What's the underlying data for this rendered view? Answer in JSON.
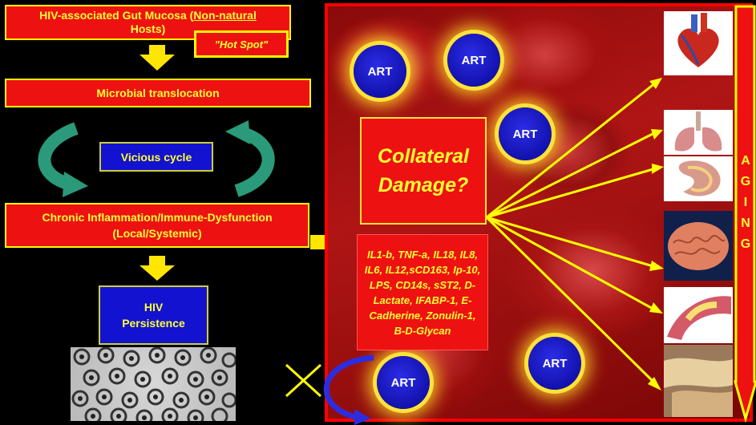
{
  "left_flow": {
    "gut_mucosa_line1": "HIV-associated Gut Mucosa (",
    "gut_mucosa_underlined": "Non-natural",
    "gut_mucosa_line2": "Hosts)",
    "hot_spot": "\"Hot Spot\"",
    "microbial_translocation": "Microbial translocation",
    "vicious_cycle": "Vicious cycle",
    "chronic_inflammation_line1": "Chronic Inflammation/Immune-Dysfunction",
    "chronic_inflammation_line2": "(Local/Systemic)",
    "hiv_persistence_line1": "HIV",
    "hiv_persistence_line2": "Persistence"
  },
  "right_panel": {
    "collateral_line1": "Collateral",
    "collateral_line2": "Damage?",
    "biomarkers": "IL1-b, TNF-a, IL18, IL8, IL6, IL12,sCD163, Ip-10, LPS, CD14s, sST2, D-Lactate, IFABP-1, E-Cadherine, Zonulin-1, B-D-Glycan",
    "art_label": "ART"
  },
  "aging": {
    "letters": [
      "A",
      "G",
      "I",
      "N",
      "G"
    ]
  },
  "organs": [
    "heart-image",
    "lungs-image",
    "kidney-image",
    "brain-image",
    "artery-plaque-image",
    "bone-joint-image"
  ],
  "colors": {
    "red_box": "#ee1111",
    "blue_box": "#1212d0",
    "text_yellow": "#ffff33",
    "arrow_yellow": "#ffff00",
    "cycle_green": "#2a9a7a",
    "art_blue": "#1a1ad0"
  }
}
